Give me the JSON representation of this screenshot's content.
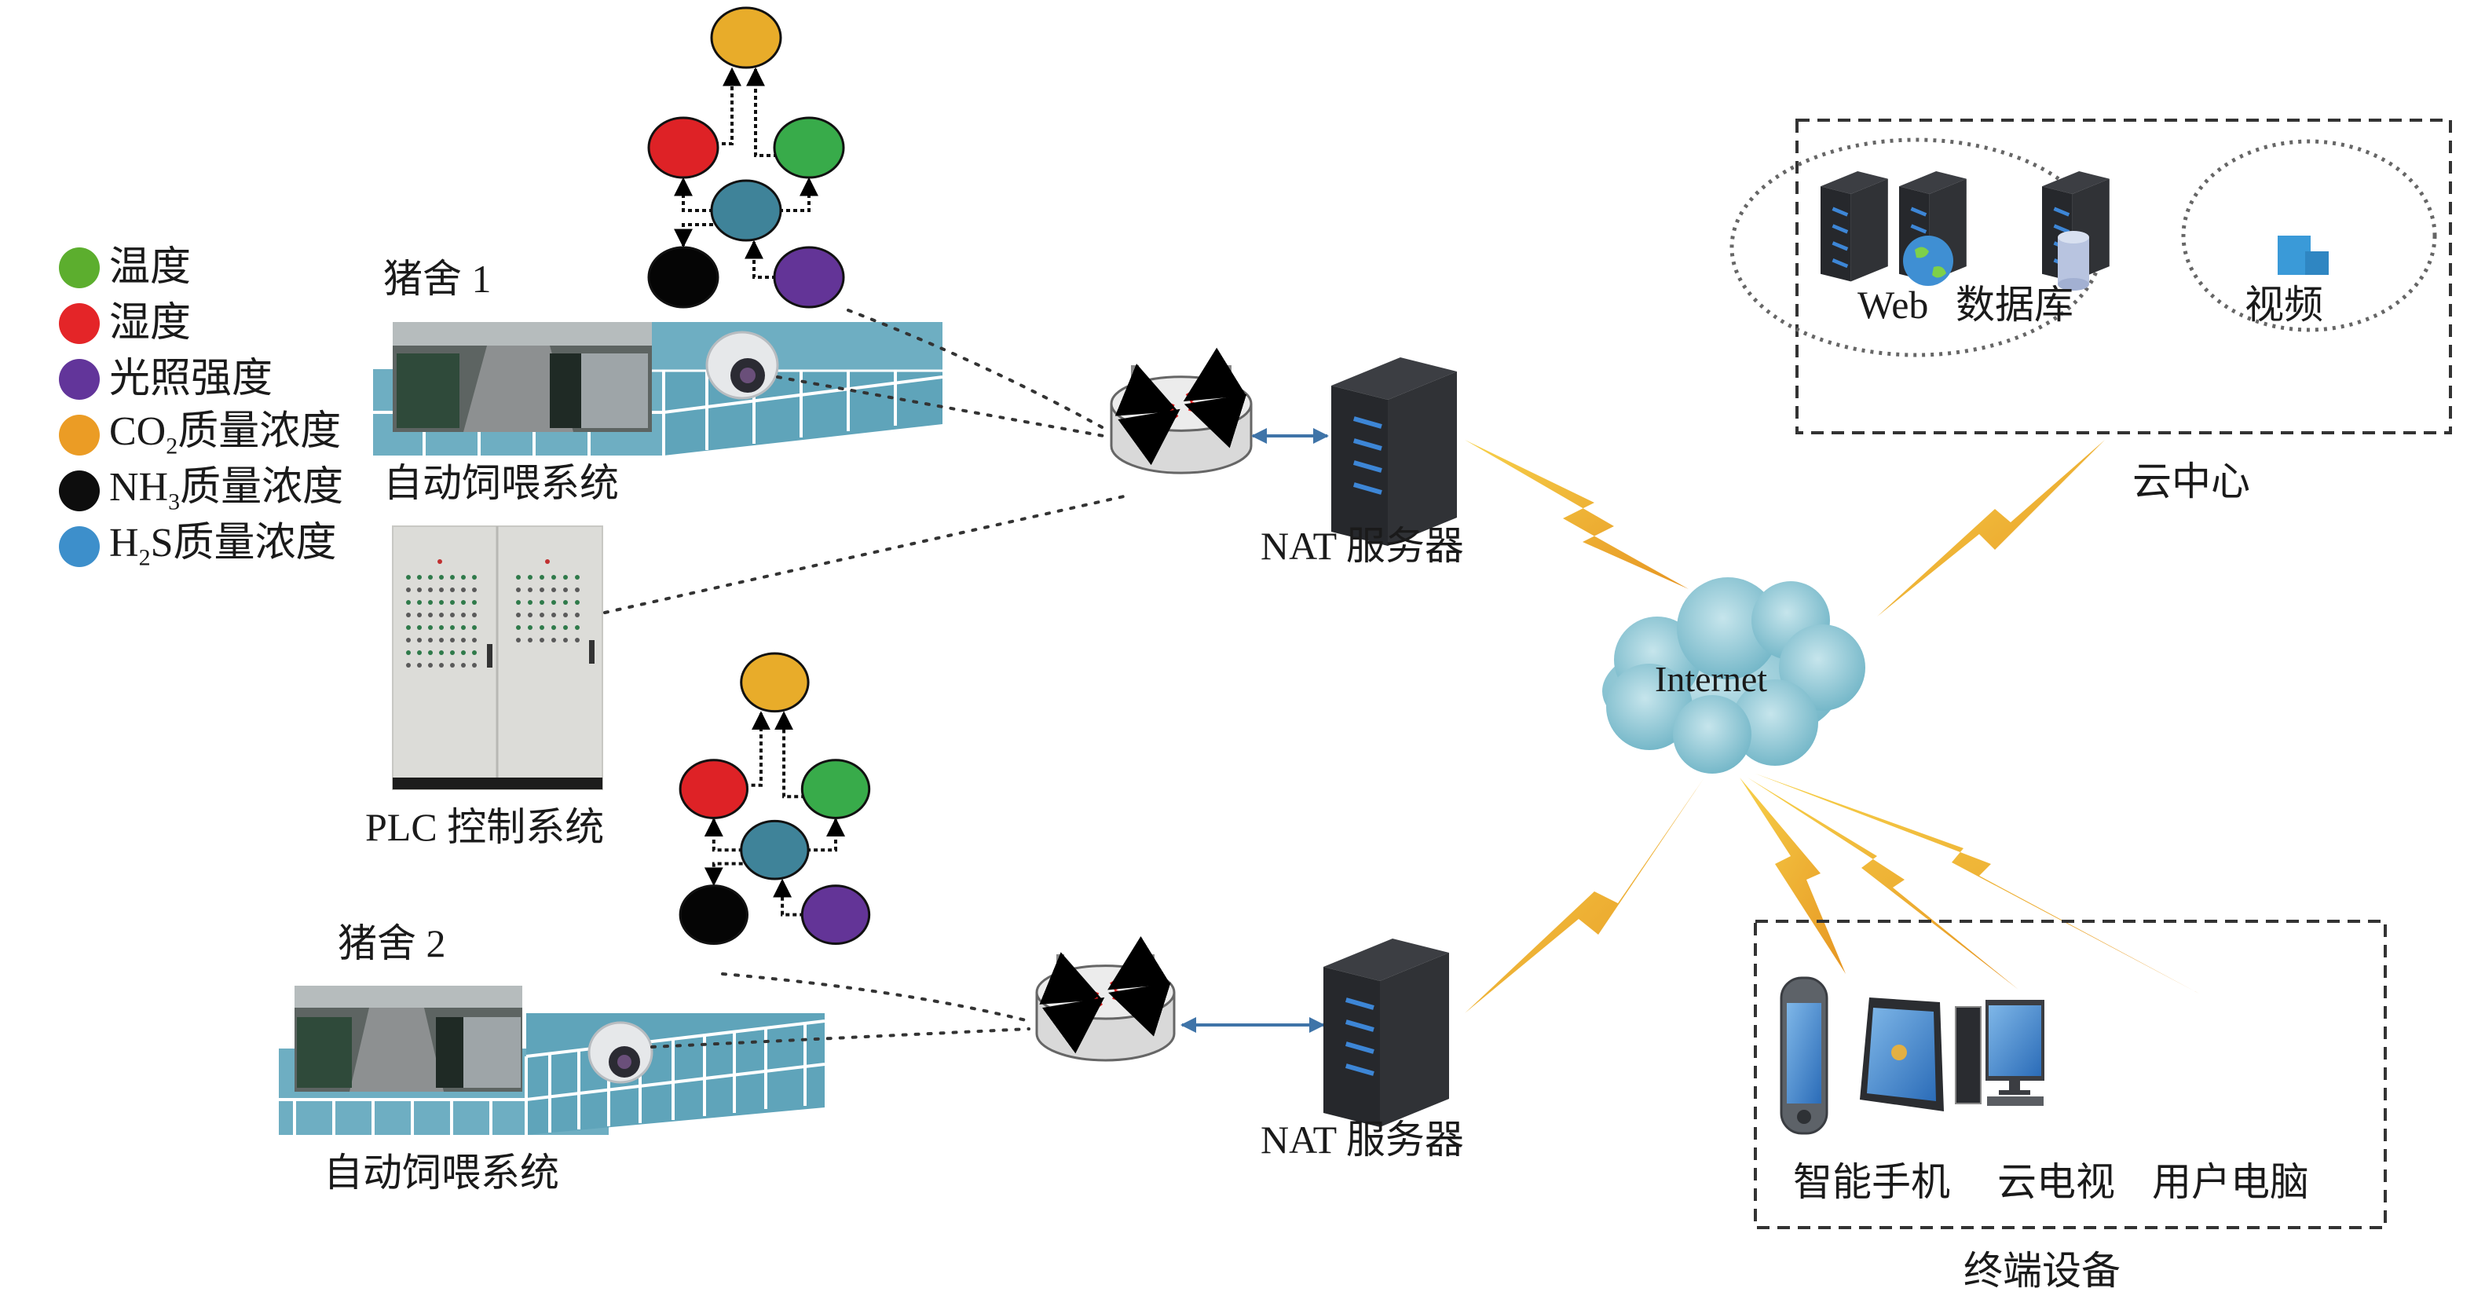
{
  "legend": [
    {
      "label": "温度",
      "color": "#5cae2e",
      "formula": ""
    },
    {
      "label": "湿度",
      "color": "#e42528",
      "formula": ""
    },
    {
      "label": "光照强度",
      "color": "#62359a",
      "formula": ""
    },
    {
      "label": "质量浓度",
      "color": "#eb9c25",
      "formula": "CO",
      "sub": "2",
      "formula_tail": ""
    },
    {
      "label": "质量浓度",
      "color": "#0d0d0d",
      "formula": "NH",
      "sub": "3",
      "formula_tail": ""
    },
    {
      "label": "质量浓度",
      "color": "#3d8fcb",
      "formula": "H",
      "sub": "2",
      "formula_tail": "S"
    }
  ],
  "sensor_colors": {
    "co2": "#e8ac2a",
    "humidity": "#de2226",
    "temperature": "#38ab4a",
    "h2s": "#3f8399",
    "nh3": "#050505",
    "light": "#633497"
  },
  "pig_house_1": {
    "title": "猪舍 1",
    "feeding_label": "自动饲喂系统"
  },
  "pig_house_2": {
    "title": "猪舍 2",
    "feeding_label": "自动饲喂系统"
  },
  "plc": {
    "label": "PLC 控制系统"
  },
  "nat_server_1": {
    "label": "NAT 服务器"
  },
  "nat_server_2": {
    "label": "NAT 服务器"
  },
  "internet": {
    "label": "Internet"
  },
  "cloud_center": {
    "label": "云中心",
    "servers": [
      "Web",
      "数据库",
      "视频"
    ]
  },
  "terminals": {
    "label": "终端设备",
    "devices": [
      "智能手机",
      "云电视",
      "用户电脑"
    ]
  },
  "colors": {
    "wall": "#6eaec2",
    "lightning": "#f0a82c",
    "server": "#2a2c30",
    "server_led": "#3d86d6",
    "link": "#3f74a8",
    "cloud": "#8cc6d3"
  }
}
